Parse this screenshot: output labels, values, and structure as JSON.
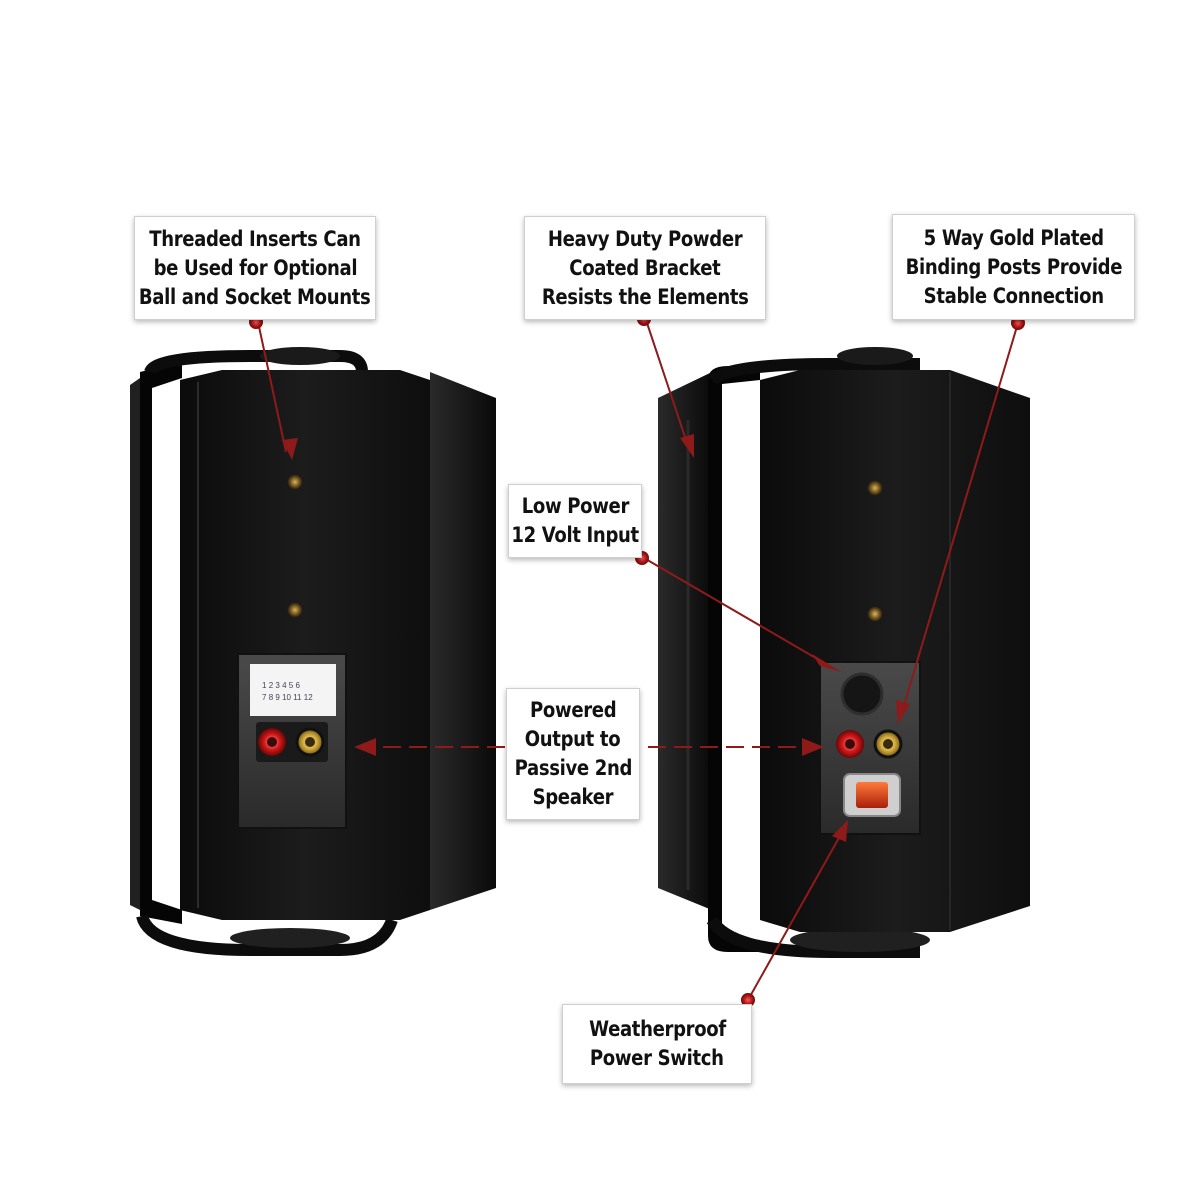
{
  "callouts": {
    "threaded_inserts": [
      "Threaded Inserts Can",
      "be Used for Optional",
      "Ball and Socket Mounts"
    ],
    "bracket": [
      "Heavy Duty Powder",
      "Coated Bracket",
      "Resists the Elements"
    ],
    "binding_posts": [
      "5 Way Gold Plated",
      "Binding Posts Provide",
      "Stable Connection"
    ],
    "low_power": [
      "Low Power",
      "12 Volt Input"
    ],
    "powered_output": [
      "Powered",
      "Output to",
      "Passive 2nd",
      "Speaker"
    ],
    "power_switch": [
      "Weatherproof",
      "Power Switch"
    ]
  },
  "tap_label": {
    "row1": [
      "1",
      "2",
      "3",
      "4",
      "5",
      "6"
    ],
    "row2": [
      "7",
      "8",
      "9",
      "10",
      "11",
      "12"
    ]
  },
  "colors": {
    "arrow": "#8e1a1a",
    "speaker_body": "#161616",
    "callout_bg": "#ffffff"
  }
}
